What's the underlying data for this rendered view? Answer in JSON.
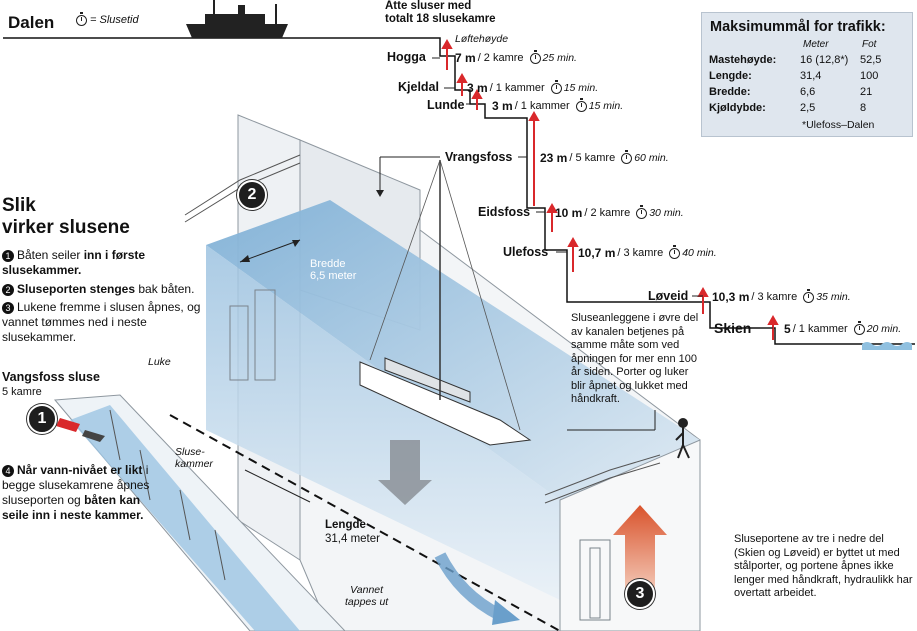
{
  "header": {
    "start_place": "Dalen",
    "time_legend": "= Slusetid",
    "title_line1": "Atte sluser med",
    "title_line2": "totalt 18 slusekamre",
    "lift_label": "Løftehøyde"
  },
  "locks": [
    {
      "name": "Hogga",
      "height": "7 m",
      "chambers": "/ 2 kamre",
      "time": "25 min."
    },
    {
      "name": "Kjeldal",
      "height": "3 m",
      "chambers": "/ 1 kammer",
      "time": "15 min."
    },
    {
      "name": "Lunde",
      "height": "3 m",
      "chambers": "/ 1 kammer",
      "time": "15 min."
    },
    {
      "name": "Vrangsfoss",
      "height": "23 m",
      "chambers": "/ 5 kamre",
      "time": "60 min."
    },
    {
      "name": "Eidsfoss",
      "height": "10 m",
      "chambers": "/ 2 kamre",
      "time": "30 min."
    },
    {
      "name": "Ulefoss",
      "height": "10,7 m",
      "chambers": "/ 3 kamre",
      "time": "40 min."
    },
    {
      "name": "Løveid",
      "height": "10,3 m",
      "chambers": "/ 3 kamre",
      "time": "35 min."
    },
    {
      "name": "Skien",
      "height": "5",
      "chambers": "/ 1 kammer",
      "time": "20 min."
    }
  ],
  "max_box": {
    "title": "Maksimummål for trafikk:",
    "col_meter": "Meter",
    "col_fot": "Fot",
    "rows": [
      {
        "label": "Mastehøyde:",
        "meter": "16 (12,8*)",
        "fot": "52,5"
      },
      {
        "label": "Lengde:",
        "meter": "31,4",
        "fot": "100"
      },
      {
        "label": "Bredde:",
        "meter": "6,6",
        "fot": "21"
      },
      {
        "label": "Kjøldybde:",
        "meter": "2,5",
        "fot": "8"
      }
    ],
    "note": "*Ulefoss–Dalen"
  },
  "how": {
    "title_line1": "Slik",
    "title_line2": "virker slusene",
    "step1_pre": "Båten seiler ",
    "step1_bold": "inn i første slusekammer.",
    "step2_bold": "Sluseporten stenges",
    "step2_post": " bak båten.",
    "step3": "Lukene fremme i slusen åpnes, og vannet tømmes ned i neste slusekammer.",
    "step4_bold1": "Når vann-nivået er likt",
    "step4_mid": " i begge slusekamrene åpnes sluseporten og ",
    "step4_bold2": "båten kan seile inn i neste kammer."
  },
  "vangsfoss": {
    "title": "Vangsfoss sluse",
    "sub": "5 kamre"
  },
  "labels": {
    "bredde": "Bredde",
    "bredde_val": "6,5 meter",
    "luke": "Luke",
    "slusekammer1": "Sluse-",
    "slusekammer2": "kammer",
    "lengde": "Lengde",
    "lengde_val": "31,4 meter",
    "vannet1": "Vannet",
    "vannet2": "tappes ut"
  },
  "callouts": {
    "c1": "Sluseanleggene i øvre del av kanalen betjenes på samme måte som ved åpningen for mer enn 100 år siden. Porter og luker blir åpnet og lukket med håndkraft.",
    "c2": "Sluseportene av tre i nedre del (Skien og Løveid) er byttet ut med stålporter, og portene åpnes ikke lenger med håndkraft, hydraulikk har overtatt arbeidet."
  },
  "markers": [
    "1",
    "2",
    "3",
    "4"
  ],
  "colors": {
    "water": "#8fb9d9",
    "water_dark": "#5f93bd",
    "wall": "#eef1f4",
    "arrow_red": "#d9282b",
    "box_bg": "#dfe6ee"
  }
}
